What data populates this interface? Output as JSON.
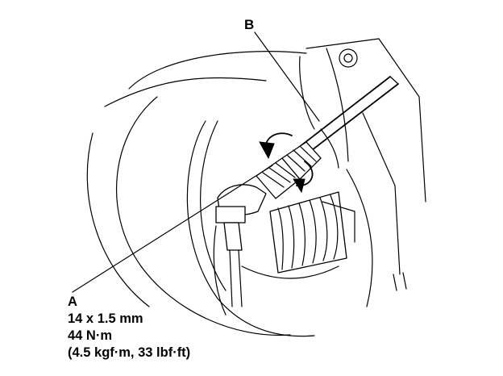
{
  "labels": {
    "b": "B",
    "a": "A"
  },
  "spec": {
    "thread": "14 x 1.5 mm",
    "torque_nm": "44 N·m",
    "torque_alt": "(4.5 kgf·m, 33 lbf·ft)"
  },
  "colors": {
    "line": "#000000",
    "background": "#ffffff"
  }
}
